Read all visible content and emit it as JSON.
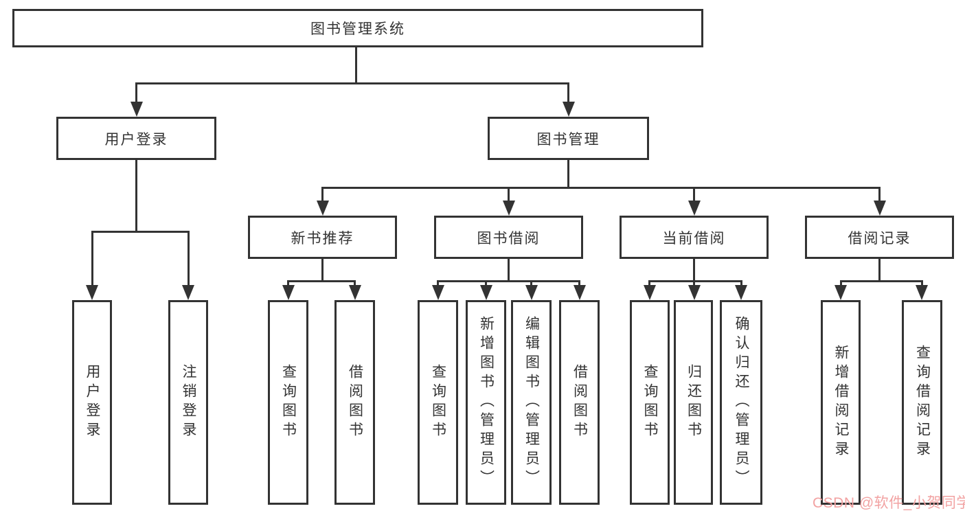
{
  "diagram": {
    "title": "图书管理系统",
    "level2": [
      {
        "label": "用户登录"
      },
      {
        "label": "图书管理"
      }
    ],
    "level3": [
      {
        "label": "新书推荐"
      },
      {
        "label": "图书借阅"
      },
      {
        "label": "当前借阅"
      },
      {
        "label": "借阅记录"
      }
    ],
    "leaves": {
      "login": [
        "用户登录",
        "注销登录"
      ],
      "recommend": [
        "查询图书",
        "借阅图书"
      ],
      "borrow": [
        "查询图书",
        "新增图书（管理员）",
        "编辑图书（管理员）",
        "借阅图书"
      ],
      "current": [
        "查询图书",
        "归还图书",
        "确认归还（管理员）"
      ],
      "record": [
        "新增借阅记录",
        "查询借阅记录"
      ]
    }
  },
  "watermark": {
    "text": "CSDN @软件_小贺同学",
    "color": "#F2A2A2"
  },
  "colors": {
    "line": "#333333",
    "box_border": "#333333",
    "box_fill": "#ffffff",
    "background": "#ffffff"
  }
}
